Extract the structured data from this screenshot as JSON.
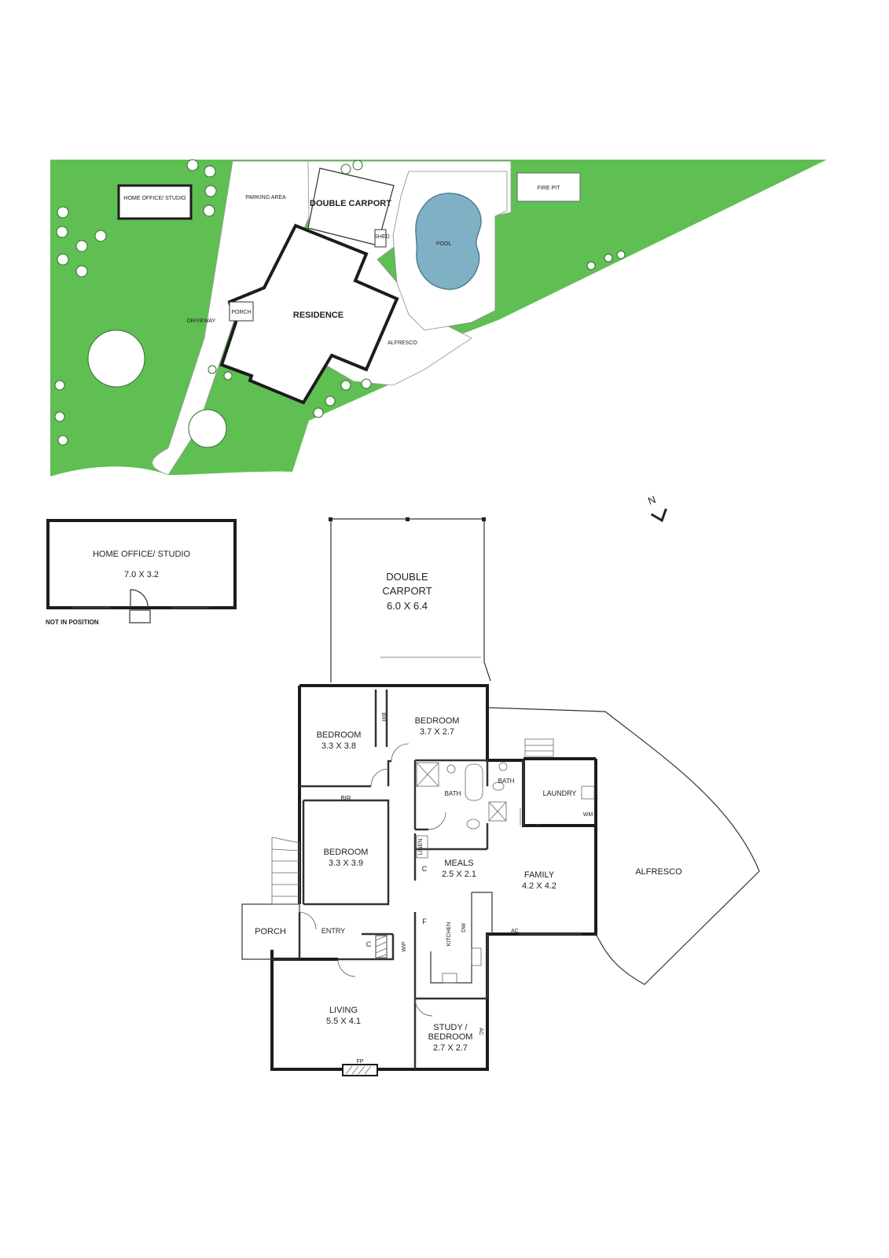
{
  "site_plan": {
    "home_office": "HOME OFFICE/ STUDIO",
    "parking_area": "PARKING AREA",
    "double_carport": "DOUBLE CARPORT",
    "shed": "SHED",
    "pool": "POOL",
    "fire_pit": "FIRE PIT",
    "porch": "PORCH",
    "driveway": "DRIVEWAY",
    "residence": "RESIDENCE",
    "alfresco": "ALFRESCO"
  },
  "compass": {
    "label": "N"
  },
  "office_plan": {
    "name": "HOME OFFICE/ STUDIO",
    "dims": "7.0 X 3.2",
    "note": "NOT IN POSITION"
  },
  "floor_plan": {
    "carport": {
      "name": "DOUBLE CARPORT",
      "dims": "6.0 X 6.4"
    },
    "bedroom1": {
      "name": "BEDROOM",
      "dims": "3.3 X 3.8"
    },
    "bedroom2": {
      "name": "BEDROOM",
      "dims": "3.7 X 2.7"
    },
    "bedroom3": {
      "name": "BEDROOM",
      "dims": "3.3 X 3.9"
    },
    "bir1": "BIR",
    "bir2": "BIR",
    "bath1": "BATH",
    "bath2": "BATH",
    "laundry": "LAUNDRY",
    "wm": "WM",
    "linen": "LINEN",
    "c1": "C",
    "c2": "C",
    "meals": {
      "name": "MEALS",
      "dims": "2.5 X 2.1"
    },
    "family": {
      "name": "FAMILY",
      "dims": "4.2 X 4.2"
    },
    "alfresco": "ALFRESCO",
    "porch": "PORCH",
    "entry": "ENTRY",
    "wip": "WIP",
    "f": "F",
    "kitchen": "KITCHEN",
    "dw": "DW",
    "ac1": "AC",
    "ac2": "AC",
    "living": {
      "name": "LIVING",
      "dims": "5.5 X 4.1"
    },
    "fp": "FP",
    "study": {
      "name": "STUDY / BEDROOM",
      "line1": "STUDY /",
      "line2": "BEDROOM",
      "dims": "2.7 X 2.7"
    }
  }
}
